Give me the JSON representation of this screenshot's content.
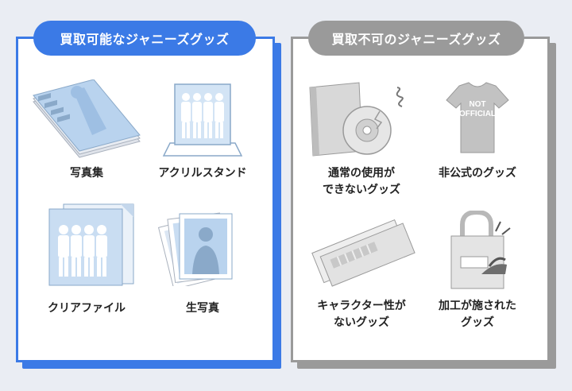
{
  "colors": {
    "accent": "#3b7ae6",
    "ng": "#9a9a9a",
    "background": "#eaedf3"
  },
  "ok_panel": {
    "title": "買取可能なジャニーズグッズ",
    "items": [
      {
        "label": "写真集",
        "icon": "photobook-icon"
      },
      {
        "label": "アクリルスタンド",
        "icon": "acrylic-stand-icon"
      },
      {
        "label": "クリアファイル",
        "icon": "clear-file-icon"
      },
      {
        "label": "生写真",
        "icon": "photos-icon"
      }
    ]
  },
  "ng_panel": {
    "title": "買取不可のジャニーズグッズ",
    "items": [
      {
        "label_line1": "通常の使用が",
        "label_line2": "できないグッズ",
        "icon": "broken-disc-icon"
      },
      {
        "label_line1": "非公式のグッズ",
        "icon": "unofficial-tshirt-icon",
        "tshirt_text_line1": "NOT",
        "tshirt_text_line2": "OFFICIAL"
      },
      {
        "label_line1": "キャラクター性が",
        "label_line2": "ないグッズ",
        "icon": "plain-ticket-icon"
      },
      {
        "label_line1": "加工が施された",
        "label_line2": "グッズ",
        "icon": "ironed-bag-icon"
      }
    ]
  }
}
